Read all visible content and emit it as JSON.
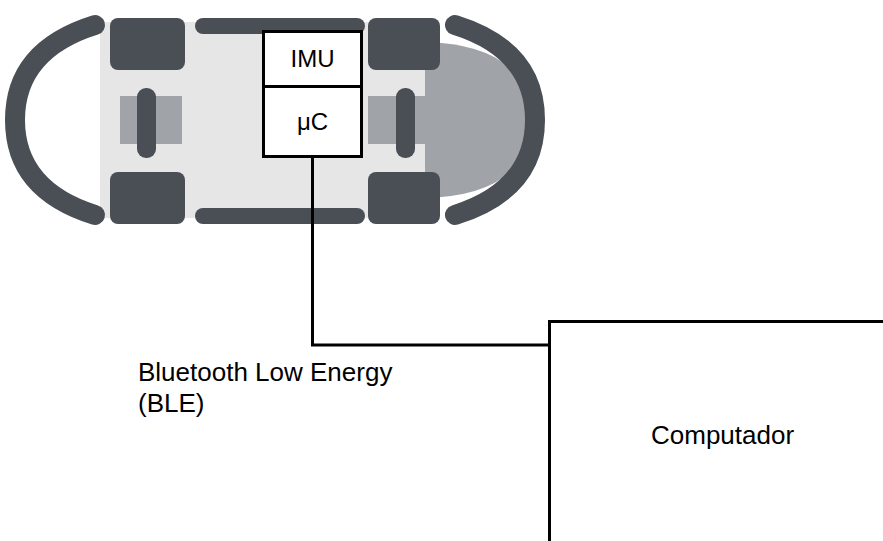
{
  "diagram": {
    "nodes": [
      {
        "text": [
          "IMU"
        ]
      },
      {
        "text": [
          "μC"
        ]
      },
      {
        "text": [
          "Computador"
        ]
      }
    ],
    "edges": [
      {
        "from": 1,
        "to": 2,
        "arrow": "none",
        "label": "Bluetooth Low Energy (BLE)"
      }
    ]
  }
}
